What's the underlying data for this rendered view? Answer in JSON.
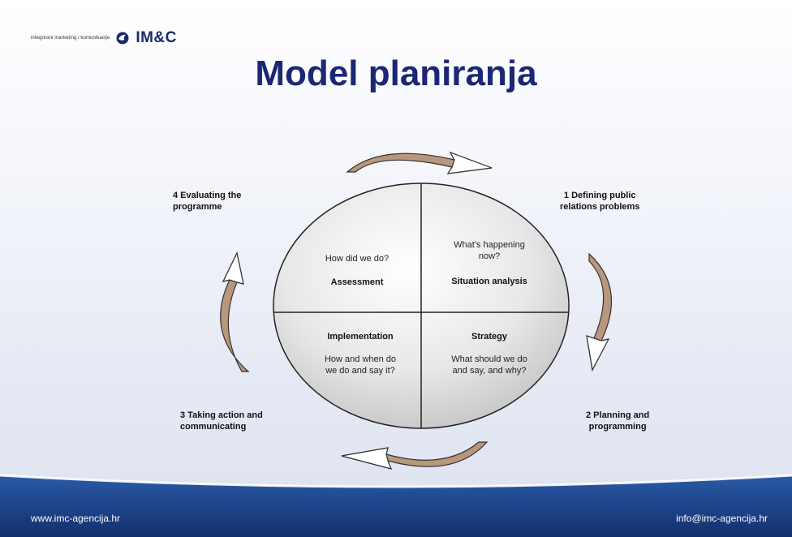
{
  "header": {
    "tagline": "integrirani marketing i komunikacije",
    "brand": "IM&C",
    "watermark": "Political influence",
    "logo_icon": "globe-icon"
  },
  "title": "Model planiranja",
  "steps": [
    {
      "label": "1  Defining public\nrelations problems"
    },
    {
      "label": "2  Planning and\nprogramming"
    },
    {
      "label": "3  Taking action and\ncommunicating"
    },
    {
      "label": "4  Evaluating the\nprogramme"
    }
  ],
  "quadrants": {
    "assessment": {
      "question": "How did we do?",
      "name": "Assessment"
    },
    "situation": {
      "question": "What's happening\nnow?",
      "name": "Situation analysis"
    },
    "implementation": {
      "question": "How and when do\nwe do and say it?",
      "name": "Implementation"
    },
    "strategy": {
      "question": "What should we do\nand say, and why?",
      "name": "Strategy"
    }
  },
  "footer": {
    "website": "www.imc-agencija.hr",
    "email": "info@imc-agencija.hr"
  },
  "colors": {
    "title": "#1b2775",
    "arrow_fill": "#b9977b",
    "footer_band": "#1b3f86"
  }
}
